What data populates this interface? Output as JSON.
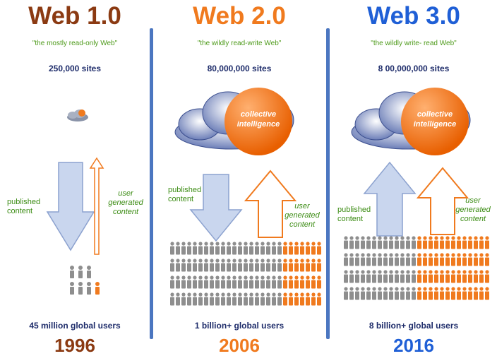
{
  "columns": [
    {
      "title": "Web 1.0",
      "subtitle": "\"the mostly read-only Web\"",
      "sites": "250,000 sites",
      "published": "published content",
      "user_generated": "user generated content",
      "users": "45 million global users",
      "year": "1996",
      "title_color": "#8b3a12",
      "year_color": "#8b3a12"
    },
    {
      "title": "Web 2.0",
      "subtitle": "\"the wildly read-write Web\"",
      "sites": "80,000,000 sites",
      "cloud_label": "collective intelligence",
      "published": "published content",
      "user_generated": "user generated content",
      "users": "1 billion+ global users",
      "year": "2006",
      "title_color": "#f07a1e",
      "year_color": "#f07a1e"
    },
    {
      "title": "Web 3.0",
      "subtitle": "\"the wildly write- read Web\"",
      "sites": "8 00,000,000 sites",
      "cloud_label": "collective intelligence",
      "published": "published content",
      "user_generated": "user generated content",
      "users": "8 billion+ global users",
      "year": "2016",
      "title_color": "#1f5fd6",
      "year_color": "#1f5fd6"
    }
  ],
  "colors": {
    "accent_orange": "#f07a1e",
    "arrow_blue": "#c9d6ee",
    "person_gray": "#8e8e8e",
    "divider": "#4b76c0"
  }
}
